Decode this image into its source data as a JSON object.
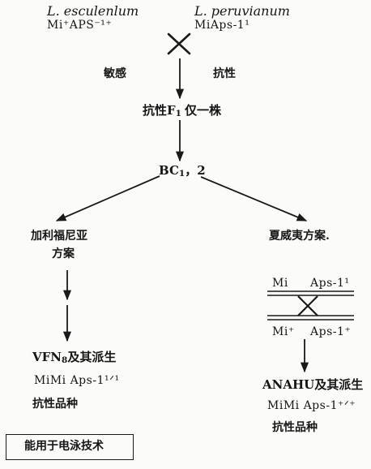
{
  "parents": {
    "left": {
      "species": "L. esculenlum",
      "genotype": "Mi⁺APS⁻¹⁺"
    },
    "right": {
      "species": "L. peruvianum",
      "genotype": "MiAps-1¹"
    }
  },
  "traits": {
    "left": "敏感",
    "right": "抗性"
  },
  "f1": {
    "label": "抗性F",
    "subscript": "1",
    "note": "仅一株"
  },
  "bc": {
    "label": "BC",
    "subscript": "1",
    "suffix": "，2"
  },
  "california": {
    "title_line1": "加利福尼亚",
    "title_line2": "方案",
    "result_name": "VFN",
    "result_subscript": "8",
    "result_suffix": "及其派生",
    "genotype": "MiMi Aps-1¹ᐟ¹",
    "variety": "抗性品种"
  },
  "hawaii": {
    "title": "夏威夷方案.",
    "chrom_top": {
      "gene1": "Mi",
      "gene2": "Aps-1¹"
    },
    "chrom_bottom": {
      "gene1": "Mi⁺",
      "gene2": "Aps-1⁺"
    },
    "result_name": "ANAHU",
    "result_suffix": "及其派生",
    "genotype": "MiMi Aps-1⁺ᐟ⁺",
    "variety": "抗性品种"
  },
  "note": "能用于电泳技术"
}
